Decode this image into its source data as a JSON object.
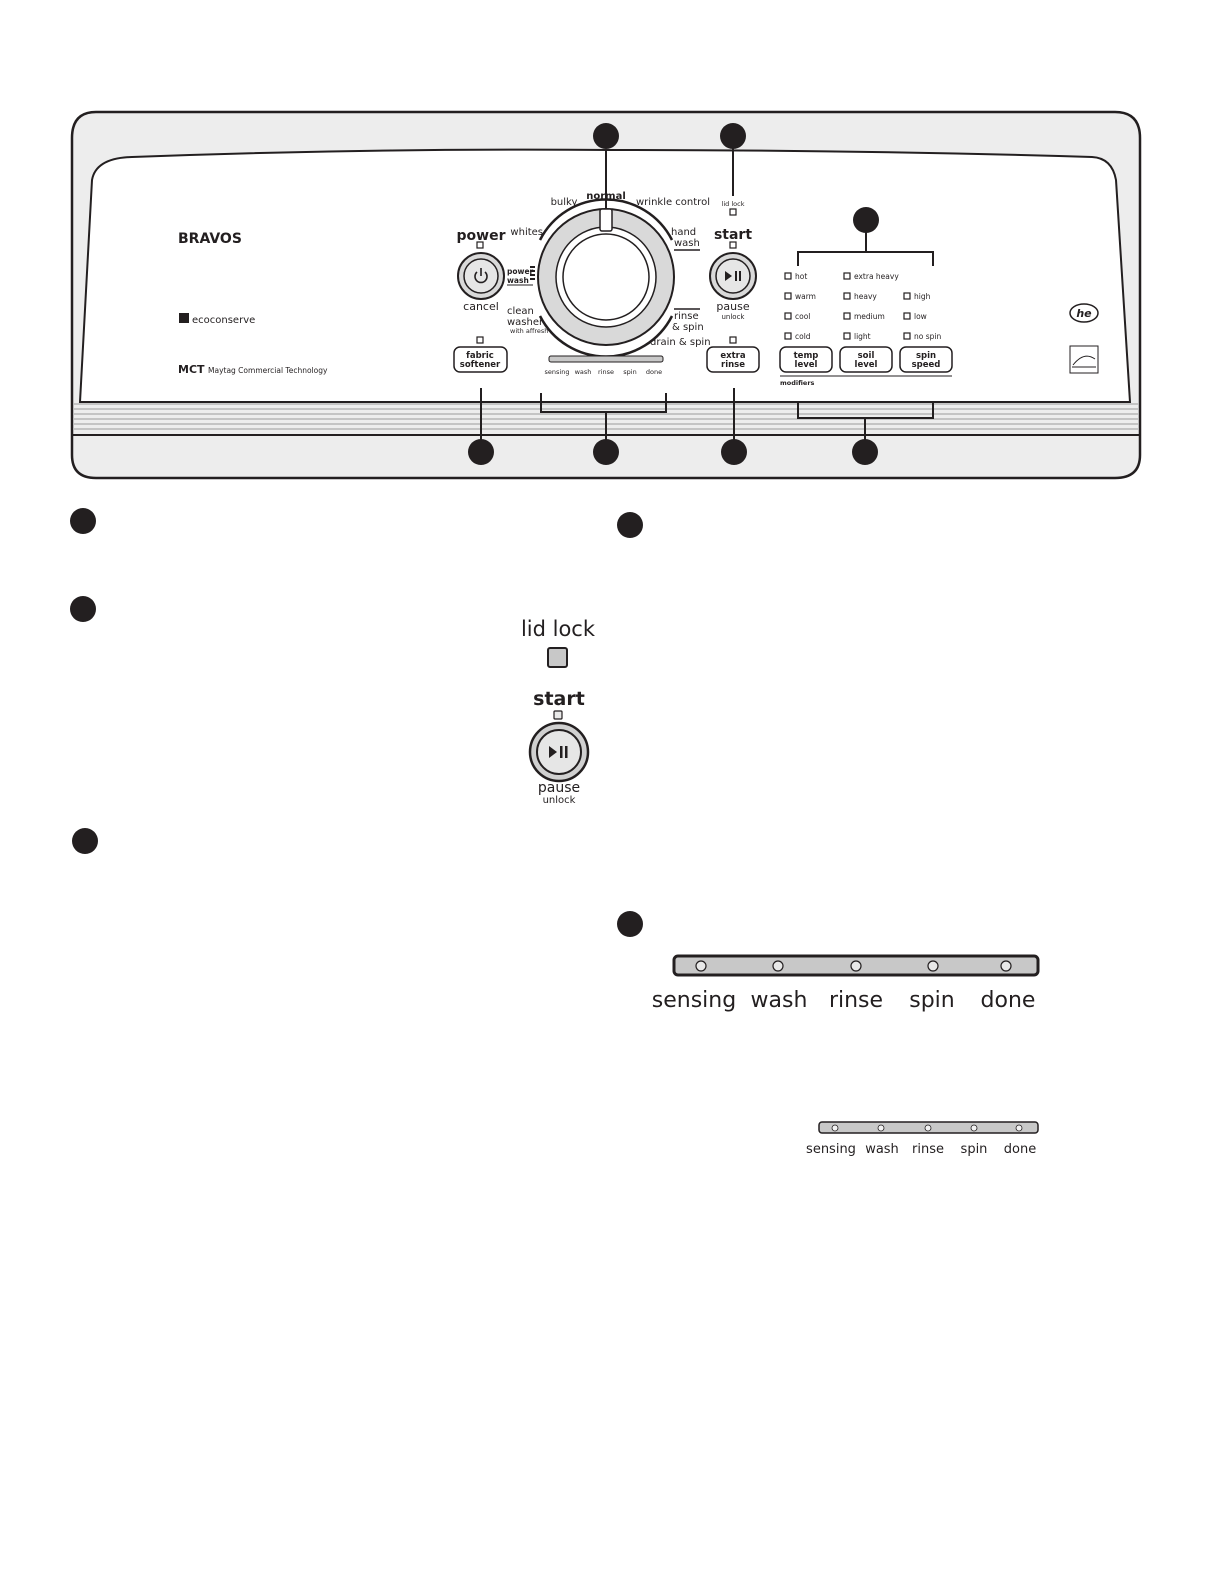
{
  "brand": "BRAVOS",
  "eco": "ecoconserve",
  "mct": "MCT",
  "mct_sub": "Maytag Commercial Technology",
  "he_logo": "he",
  "power": {
    "label": "power",
    "cancel": "cancel"
  },
  "power_wash": [
    "power",
    "wash"
  ],
  "fabric_softener": [
    "fabric",
    "softener"
  ],
  "cycles": {
    "bulky": "bulky",
    "normal": "normal",
    "wrinkle": "wrinkle control",
    "whites": "whites",
    "hand_wash": [
      "hand",
      "wash"
    ],
    "clean_washer": [
      "clean",
      "washer"
    ],
    "with_affresh": "with affresh",
    "rinse_spin": [
      "rinse",
      "& spin"
    ],
    "drain_spin": "drain & spin"
  },
  "status_small": [
    "sensing",
    "wash",
    "rinse",
    "spin",
    "done"
  ],
  "lid_lock": "lid lock",
  "start": {
    "label": "start",
    "pause": "pause",
    "unlock": "unlock"
  },
  "extra_rinse": [
    "extra",
    "rinse"
  ],
  "modifiers": {
    "temp": [
      "hot",
      "warm",
      "cool",
      "cold"
    ],
    "soil": [
      "extra heavy",
      "heavy",
      "medium",
      "light"
    ],
    "spin": [
      "high",
      "low",
      "no spin"
    ],
    "buttons": [
      [
        "temp",
        "level"
      ],
      [
        "soil",
        "level"
      ],
      [
        "spin",
        "speed"
      ]
    ],
    "label": "modifiers"
  },
  "detail_lid_lock": "lid lock",
  "detail_start": {
    "label": "start",
    "pause": "pause",
    "unlock": "unlock"
  },
  "status_large": [
    "sensing",
    "wash",
    "rinse",
    "spin",
    "done"
  ],
  "status_medium": [
    "sensing",
    "wash",
    "rinse",
    "spin",
    "done"
  ],
  "colors": {
    "ink": "#231f20",
    "panel": "#ededed",
    "button": "#d9d9d9",
    "bar": "#c8c8c8"
  }
}
